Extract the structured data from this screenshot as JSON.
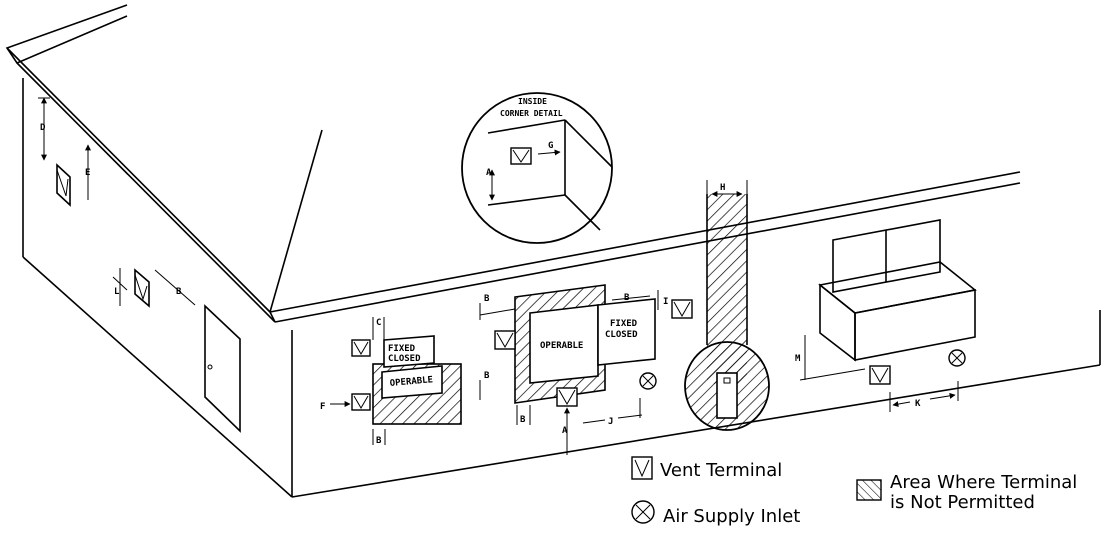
{
  "detail": {
    "line1": "INSIDE",
    "line2": "CORNER DETAIL"
  },
  "windows": {
    "fixed_closed_line1": "FIXED",
    "fixed_closed_line2": "CLOSED",
    "operable": "OPERABLE"
  },
  "dimension_labels": {
    "A": "A",
    "B": "B",
    "C": "C",
    "D": "D",
    "E": "E",
    "F": "F",
    "G": "G",
    "H": "H",
    "I": "I",
    "J": "J",
    "K": "K",
    "L": "L",
    "M": "M"
  },
  "legend": {
    "vent_terminal": "Vent Terminal",
    "air_supply_inlet": "Air Supply Inlet",
    "not_permitted_line1": "Area Where Terminal",
    "not_permitted_line2": "is Not Permitted"
  },
  "icons": {
    "vent": "vent-terminal-icon",
    "air": "air-supply-inlet-icon",
    "hatch": "hatched-area-icon"
  }
}
